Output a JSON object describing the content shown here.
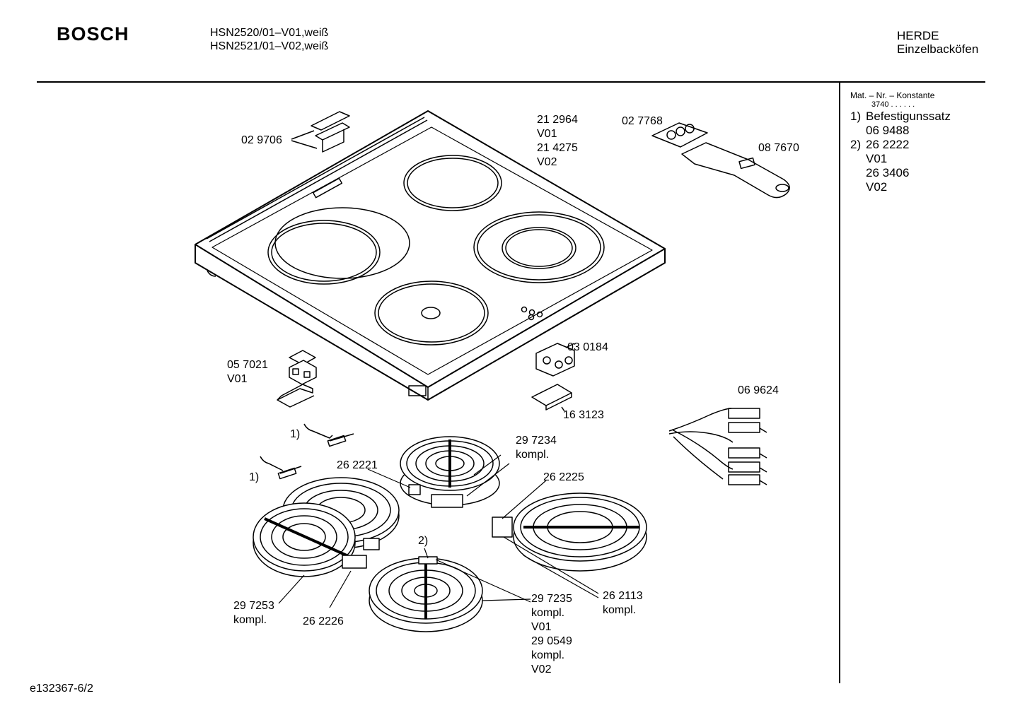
{
  "header": {
    "brand": "BOSCH",
    "models": [
      "HSN2520/01–V01,weiß",
      "HSN2521/01–V02,weiß"
    ],
    "category": [
      "HERDE",
      "Einzelbacköfen"
    ]
  },
  "sidebar": {
    "header": "Mat. – Nr. – Konstante",
    "constant": "3740 . . . . . .",
    "items": [
      {
        "num": "1)",
        "lines": [
          "Befestigunssatz",
          "06 9488"
        ]
      },
      {
        "num": "2)",
        "lines": [
          "26 2222",
          "V01",
          "26 3406",
          "V02"
        ]
      }
    ]
  },
  "labels": {
    "l029706": [
      "02 9706"
    ],
    "l212964": [
      "21 2964",
      "V01",
      "21 4275",
      "V02"
    ],
    "l027768": [
      "02 7768"
    ],
    "l087670": [
      "08 7670"
    ],
    "l057021": [
      "05 7021",
      "V01"
    ],
    "l030184": [
      "03 0184"
    ],
    "l163123": [
      "16 3123"
    ],
    "l069624": [
      "06 9624"
    ],
    "l1a": [
      "1)"
    ],
    "l1b": [
      "1)"
    ],
    "l297234": [
      "29 7234",
      "kompl."
    ],
    "l262221": [
      "26 2221"
    ],
    "l262225": [
      "26 2225"
    ],
    "l2": [
      "2)"
    ],
    "l297253": [
      "29 7253",
      "kompl."
    ],
    "l262226": [
      "26 2226"
    ],
    "l297235": [
      "29 7235",
      "kompl.",
      "V01",
      "29 0549",
      "kompl.",
      "V02"
    ],
    "l262113": [
      "26 2113",
      "kompl."
    ]
  },
  "footer": {
    "code": "e132367-6/2"
  }
}
